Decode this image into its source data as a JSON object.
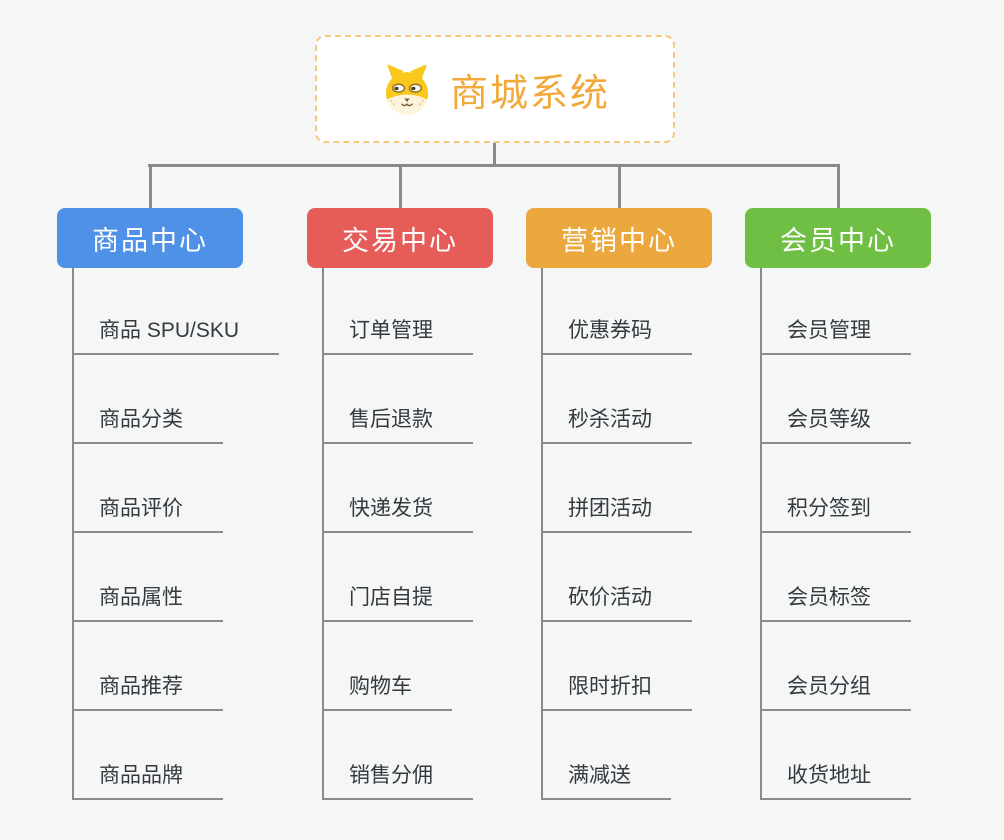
{
  "root": {
    "title": "商城系统",
    "icon": "dog-face-icon"
  },
  "branches": [
    {
      "label": "商品中心",
      "color": "#4e91e6",
      "children": [
        "商品 SPU/SKU",
        "商品分类",
        "商品评价",
        "商品属性",
        "商品推荐",
        "商品品牌"
      ]
    },
    {
      "label": "交易中心",
      "color": "#e55c58",
      "children": [
        "订单管理",
        "售后退款",
        "快递发货",
        "门店自提",
        "购物车",
        "销售分佣"
      ]
    },
    {
      "label": "营销中心",
      "color": "#eaa83e",
      "children": [
        "优惠券码",
        "秒杀活动",
        "拼团活动",
        "砍价活动",
        "限时折扣",
        "满减送"
      ]
    },
    {
      "label": "会员中心",
      "color": "#6fbf44",
      "children": [
        "会员管理",
        "会员等级",
        "积分签到",
        "会员标签",
        "会员分组",
        "收货地址"
      ]
    }
  ],
  "colors": {
    "line": "#8a8a8a",
    "root_border": "#f6c77c",
    "root_text": "#f1a93c",
    "child_text": "#363a40",
    "background": "#f5f6f6"
  }
}
